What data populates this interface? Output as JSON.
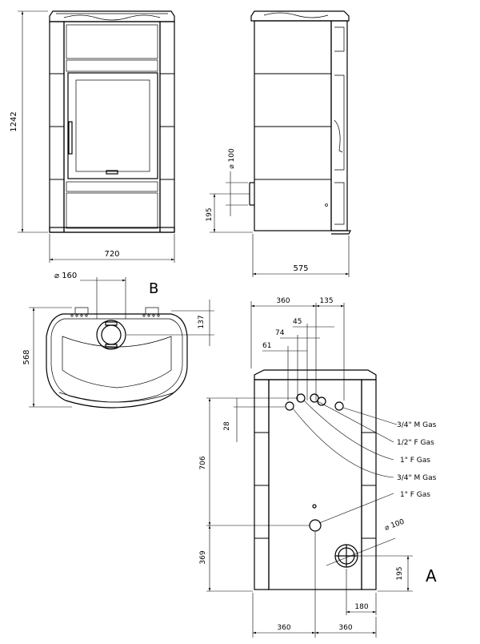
{
  "views": {
    "front": {
      "height_dim": "1242",
      "width_dim": "720"
    },
    "side": {
      "flue_dim": "⌀ 100",
      "flue_height_dim": "195",
      "depth_dim": "575"
    },
    "top": {
      "label": "B",
      "flue_dim": "⌀ 160",
      "flue_offset_dim": "137",
      "depth_dim": "568"
    },
    "rear": {
      "label": "A",
      "dims": {
        "d360_top": "360",
        "d135": "135",
        "d45": "45",
        "d74": "74",
        "d61": "61",
        "d28": "28",
        "d706": "706",
        "d369": "369",
        "flue_dim": "⌀ 100",
        "d195": "195",
        "d180": "180",
        "d360_bl": "360",
        "d360_br": "360"
      },
      "connections": [
        "3/4\" M Gas",
        "1/2\" F Gas",
        "1\" F Gas",
        "3/4\" M Gas",
        "1\" F Gas"
      ]
    }
  }
}
